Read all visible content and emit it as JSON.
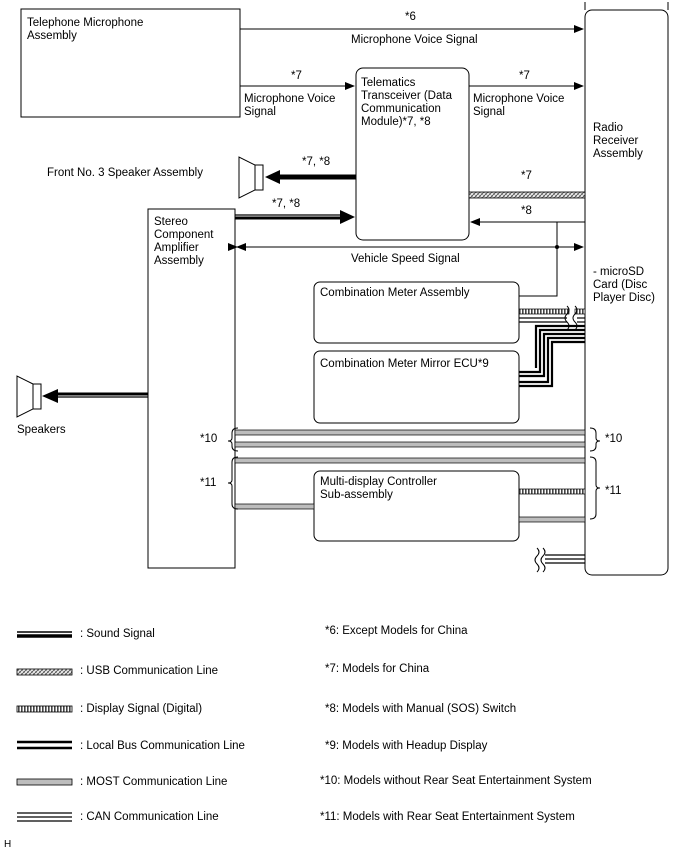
{
  "components": {
    "telephone_mic": "Telephone Microphone\nAssembly",
    "telematics": "Telematics\nTransceiver (Data\nCommunication\nModule)*7, *8",
    "radio": "Radio\nReceiver\nAssembly",
    "microsd": "- microSD\nCard (Disc\nPlayer Disc)",
    "front_speaker": "Front No. 3 Speaker Assembly",
    "amplifier": "Stereo\nComponent\nAmplifier\nAssembly",
    "combination_meter": "Combination Meter Assembly",
    "meter_mirror": "Combination Meter Mirror ECU*9",
    "multi_display": "Multi-display Controller\nSub-assembly",
    "speakers": "Speakers"
  },
  "signals": {
    "mic_voice_top": "Microphone Voice Signal",
    "mic_voice_left": "Microphone Voice\nSignal",
    "mic_voice_right": "Microphone Voice\nSignal",
    "vehicle_speed": "Vehicle Speed Signal"
  },
  "notes": {
    "n6": "*6",
    "n7a": "*7",
    "n7b": "*7",
    "n78a": "*7, *8",
    "n78b": "*7, *8",
    "n7c": "*7",
    "n8": "*8",
    "n10l": "*10",
    "n10r": "*10",
    "n11l": "*11",
    "n11r": "*11"
  },
  "legend": {
    "lines": [
      "Sound Signal",
      "USB Communication Line",
      "Display Signal (Digital)",
      "Local Bus Communication Line",
      "MOST Communication Line",
      "CAN Communication Line"
    ],
    "notes": [
      "*6: Except Models for China",
      "*7: Models for China",
      "*8: Models with Manual (SOS) Switch",
      "*9: Models with Headup Display",
      "*10: Models without Rear Seat Entertainment System",
      "*11: Models with Rear Seat Entertainment System"
    ]
  },
  "footer_code": "H"
}
